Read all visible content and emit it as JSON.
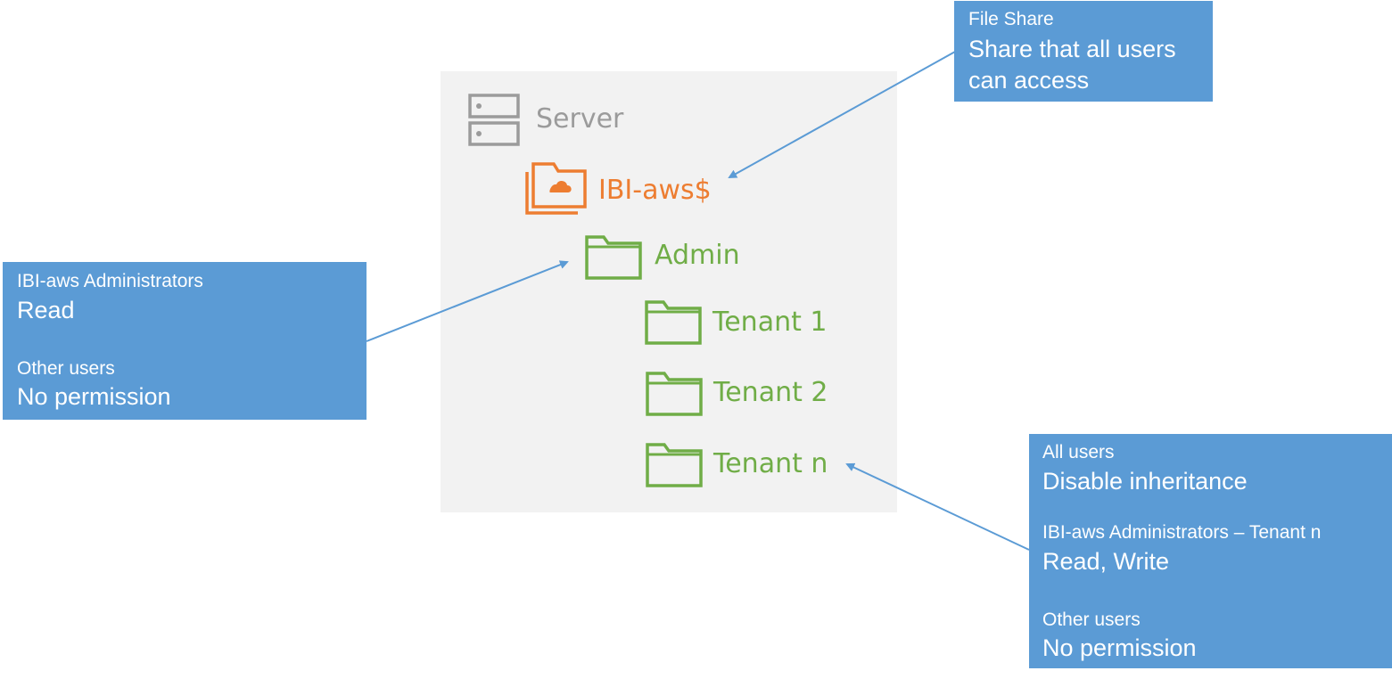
{
  "tree": {
    "server": {
      "label": "Server",
      "icon": "server-icon",
      "color": "#9b9b9b"
    },
    "share": {
      "label": "IBI-aws$",
      "icon": "cloud-share-folder-icon",
      "color": "#ed7d31"
    },
    "folders": [
      {
        "label": "Admin",
        "icon": "folder-icon"
      },
      {
        "label": "Tenant 1",
        "icon": "folder-icon"
      },
      {
        "label": "Tenant 2",
        "icon": "folder-icon"
      },
      {
        "label": "Tenant n",
        "icon": "folder-icon"
      }
    ],
    "folder_color": "#70ad47",
    "panel_color": "#f2f2f2"
  },
  "callouts": {
    "file_share": {
      "heading": "File Share",
      "text_line1": "Share that all users",
      "text_line2": "can access"
    },
    "admin": {
      "group1_heading": "IBI-aws Administrators",
      "group1_value": "Read",
      "group2_heading": "Other users",
      "group2_value": "No permission"
    },
    "tenant_n": {
      "group1_heading": "All users",
      "group1_value": "Disable inheritance",
      "group2_heading": "IBI-aws Administrators – Tenant n",
      "group2_value": "Read, Write",
      "group3_heading": "Other users",
      "group3_value": "No permission"
    }
  },
  "callout_color": "#5b9bd5",
  "connector_color": "#5b9bd5"
}
